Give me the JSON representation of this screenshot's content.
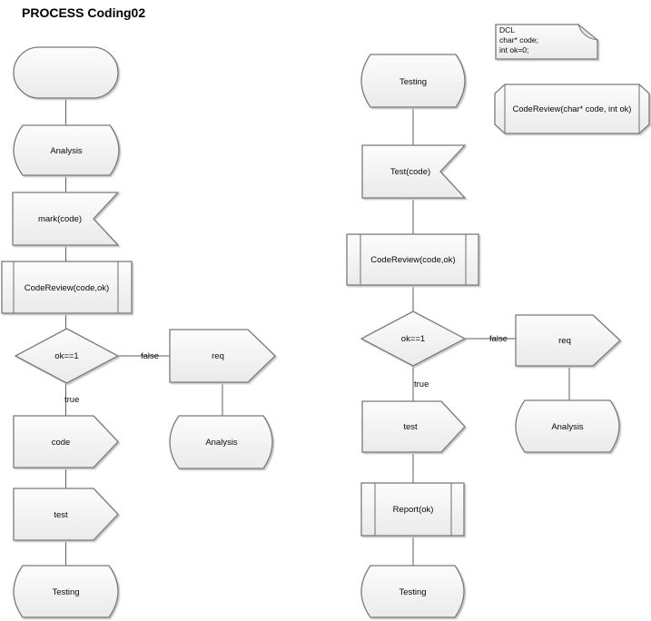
{
  "title": "PROCESS Coding02",
  "colors": {
    "background": "#ffffff",
    "shape_border": "#7a7a7a",
    "shape_fill_top": "#fcfcfc",
    "shape_fill_bottom": "#eaeaea",
    "shadow": "#c6c6c6",
    "connector": "#5e5e5e",
    "text": "#0a0a0a"
  },
  "annotations": {
    "dcl_note": {
      "lines": [
        "DCL",
        "char* code;",
        "int ok=0;"
      ]
    },
    "procedure_declaration": "CodeReview(char* code, int ok)"
  },
  "left_flow": {
    "start_label": "",
    "state_analysis": "Analysis",
    "receive_mark": "mark(code)",
    "procedure_codereview": "CodeReview(code,ok)",
    "decision": "ok==1",
    "label_true": "true",
    "label_false": "false",
    "send_req": "req",
    "state_analysis_branch": "Analysis",
    "send_code": "code",
    "send_test": "test",
    "state_testing": "Testing"
  },
  "right_flow": {
    "state_testing_top": "Testing",
    "receive_test": "Test(code)",
    "procedure_codereview": "CodeReview(code,ok)",
    "decision": "ok==1",
    "label_true": "true",
    "label_false": "false",
    "send_req": "req",
    "state_analysis_branch": "Analysis",
    "send_test": "test",
    "procedure_report": "Report(ok)",
    "state_testing_bottom": "Testing"
  }
}
